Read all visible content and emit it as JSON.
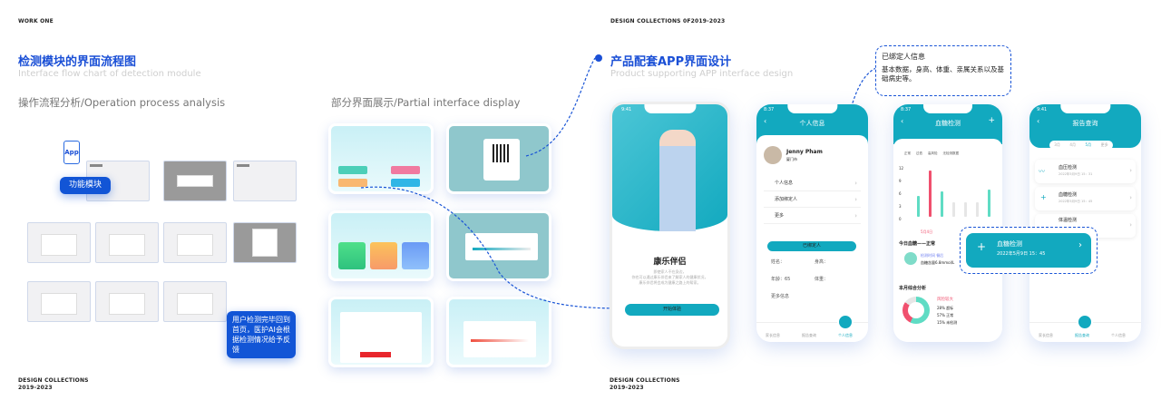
{
  "left": {
    "work_label": "WORK ONE",
    "title": "检测模块的界面流程图",
    "subtitle": "Interface flow chart of detection module",
    "section1": "操作流程分析/Operation process analysis",
    "section2": "部分界面展示/Partial interface display",
    "app_label": "App",
    "func_module": "功能模块",
    "feedback_note": "用户检测完毕回到首页，医护AI会根据检测情况给予反馈",
    "footer_line1": "DESIGN COLLECTIONS",
    "footer_line2": "2019-2023"
  },
  "right": {
    "top_label": "DESIGN COLLECTIONS 0F2019-2023",
    "title": "产品配套APP界面设计",
    "subtitle": "Product supporting APP interface design",
    "footer_line1": "DESIGN COLLECTIONS",
    "footer_line2": "2019-2023",
    "tooltip": {
      "title": "已绑定人信息",
      "body": "基本数据，身高、体重、亲属关系以及基础病史等。"
    },
    "popup": {
      "title": "血糖检测",
      "time": "2022年5月9日 15：45"
    }
  },
  "phone1": {
    "time": "9:41",
    "title": "康乐伴侣",
    "desc": "即使家人不在身边，\n你也可以通过康乐伴侣来了解家人的健康状况，\n康乐伴侣将会成为健康之路上的帮家。",
    "start_button": "开始体验"
  },
  "phone2": {
    "time": "8:37",
    "title": "个人信息",
    "name": "Jenny Pham",
    "city": "厦门市",
    "menu": [
      "个人信息",
      "添加绑定人",
      "更多"
    ],
    "bound_button": "已绑定人",
    "fields": {
      "name": "姓名：",
      "height": "身高：",
      "age": "年龄：65",
      "weight": "体重：",
      "more": "更多信息"
    },
    "tabs": [
      "家长信息",
      "报告查询",
      "个人信息"
    ]
  },
  "phone3": {
    "time": "8:37",
    "title": "血糖检测",
    "legend": [
      "正常",
      "过低",
      "高风险",
      "无检测数据"
    ],
    "y_ticks": [
      "12",
      "9",
      "6",
      "3",
      "0"
    ],
    "date_label": "5月4日",
    "today": "今日血糖——正常",
    "today_detail": "检测时间 餐后",
    "today_value": "血糖含量6.8mmol/L",
    "monthly": "本月综合分析",
    "risk": "风险较大",
    "stats": [
      "28% 超标",
      "57% 正常",
      "15% 未检测"
    ],
    "colors": {
      "normal": "#5fdcc4",
      "low": "#6b7cf0",
      "high": "#f0506e",
      "none": "#e6e6e6"
    }
  },
  "phone4": {
    "time": "9:41",
    "title": "报告查询",
    "months": [
      "3月",
      "4月",
      "5月",
      "更多"
    ],
    "items": [
      {
        "title": "血压检测",
        "time": "2022年5月9日 15：31"
      },
      {
        "title": "血糖检测",
        "time": "2022年5月9日 15：45"
      },
      {
        "title": "体温检测",
        "time": ""
      }
    ],
    "tabs": [
      "家长信息",
      "报告查询",
      "个人信息"
    ]
  },
  "accent": "#12a9bf",
  "brand_blue": "#1a4fd6"
}
